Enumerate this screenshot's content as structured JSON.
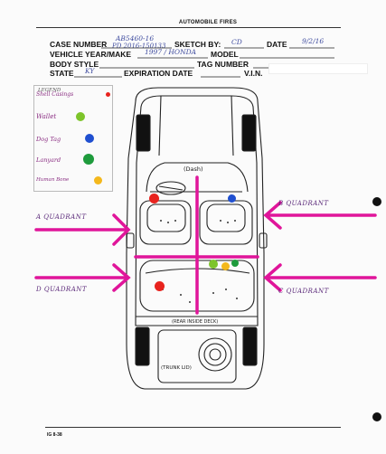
{
  "form": {
    "title": "AUTOMOBILE FIRES",
    "case_number_label": "CASE NUMBER",
    "case_number_value_1": "AB5460-16",
    "case_number_value_2": "PD 2016-150133",
    "sketch_by_label": "SKETCH BY:",
    "sketch_by_value": "CD",
    "date_label": "DATE",
    "date_value": "9/2/16",
    "vehicle_label": "VEHICLE YEAR/MAKE",
    "vehicle_value": "1997 / HONDA",
    "model_label": "MODEL",
    "body_style_label": "BODY STYLE",
    "tag_number_label": "TAG NUMBER",
    "state_label": "STATE",
    "state_value": "KY",
    "expiration_label": "EXPIRATION DATE",
    "vin_label": "V.I.N."
  },
  "legend": {
    "title": "LEGEND",
    "items": [
      {
        "label": "Shell Casings",
        "color": "#e8231e"
      },
      {
        "label": "Wallet",
        "color": "#7dc42a"
      },
      {
        "label": "Dog Tag",
        "color": "#1f4fd0"
      },
      {
        "label": "Lanyard",
        "color": "#1e9b3c"
      },
      {
        "label": "Human Bone",
        "color": "#f4b81c"
      }
    ]
  },
  "diagram": {
    "dash_label": "(Dash)",
    "rear_deck_label": "(REAR INSIDE DECK)",
    "trunk_label": "(TRUNK LID)",
    "quadrants": {
      "a": "A QUADRANT",
      "b": "B QUADRANT",
      "c": "C QUADRANT",
      "d": "D QUADRANT"
    },
    "marker_color": "#e0159a"
  },
  "footer": {
    "code": "IG 8-38"
  }
}
